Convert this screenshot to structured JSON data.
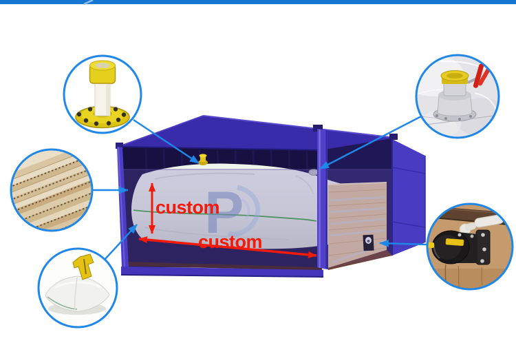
{
  "page": {
    "background_color": "#ffffff",
    "top_bar_color": "#1677d3"
  },
  "annotations": {
    "height_label": "custom",
    "length_label": "custom",
    "label_color": "#f21a0a",
    "dimension_arrow_color": "#f21a0a",
    "callout_line_color": "#1f87e8"
  },
  "watermark": {
    "letter": "P",
    "color": "#7593bd",
    "swoosh_color": "#a9cae8"
  },
  "callouts": {
    "ring_color": "#1f87e8",
    "items": [
      {
        "name": "flange-fitting",
        "position": "top-left"
      },
      {
        "name": "corrugated-cardboard",
        "position": "middle-left"
      },
      {
        "name": "air-pillow-bag",
        "position": "bottom-left"
      },
      {
        "name": "bubble-wrapped-valve",
        "position": "top-right"
      },
      {
        "name": "bulkhead-discharge-valve",
        "position": "bottom-right"
      }
    ]
  },
  "container": {
    "shell_color": "#4638bd",
    "roof_color": "#382cab",
    "interior_color": "#171041",
    "film_color": "rgba(112,92,190,0.26)",
    "bulkhead_wood_color": "#dfc497",
    "bag_color": "#e9efe6",
    "bag_seam_color": "#3aa23a"
  }
}
